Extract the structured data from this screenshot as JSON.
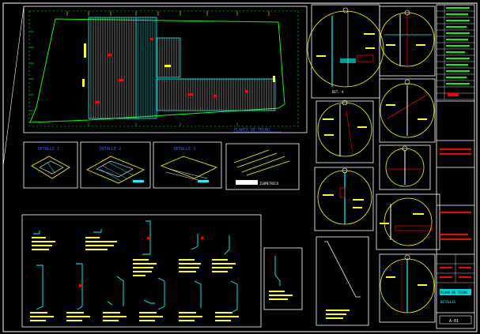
{
  "drawing": {
    "plan_title": "PLANTA DE TECHO",
    "detail_titles": [
      "DETALLE 1",
      "DETALLE 2",
      "DETALLE 3"
    ],
    "iso_label": "ISOMETRICO",
    "note_blocks": [
      "NOTAS:",
      "LAMINA",
      "DETALLE",
      "ESC: 1/10"
    ],
    "title_block": {
      "line1": "PLANO DE TECHO",
      "line2": "DETALLES",
      "sheet": "A-01"
    }
  },
  "colors": {
    "background": "#000000",
    "frame": "#ffffff",
    "accent_yellow": "#ffff00",
    "accent_cyan": "#00ffff",
    "accent_green": "#00ff00",
    "accent_red": "#ff0000"
  }
}
